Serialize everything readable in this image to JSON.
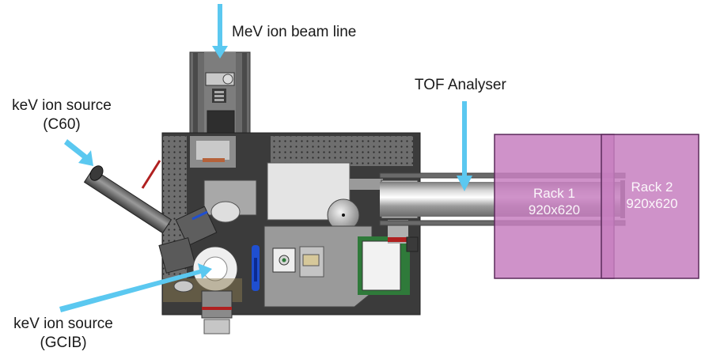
{
  "labels": {
    "mev_beam_line": "MeV ion beam line",
    "tof_analyser": "TOF Analyser",
    "c60_source_line1": "keV ion source",
    "c60_source_line2": "(C60)",
    "gcib_source_line1": "keV ion source",
    "gcib_source_line2": "(GCIB)"
  },
  "racks": [
    {
      "name": "Rack 1",
      "size": "920x620"
    },
    {
      "name": "Rack 2",
      "size": "920x620"
    }
  ],
  "colors": {
    "arrow": "#5bc8f0",
    "rack_fill": "#c77fc0",
    "rack_border": "#5a2a5a",
    "chassis_dark": "#3a3a3a",
    "panel_gray": "#8a8a8a",
    "panel_light": "#e6e6e6",
    "green_frame": "#2f7a3a",
    "blue_part": "#1f4fd0",
    "red_part": "#b02020"
  }
}
